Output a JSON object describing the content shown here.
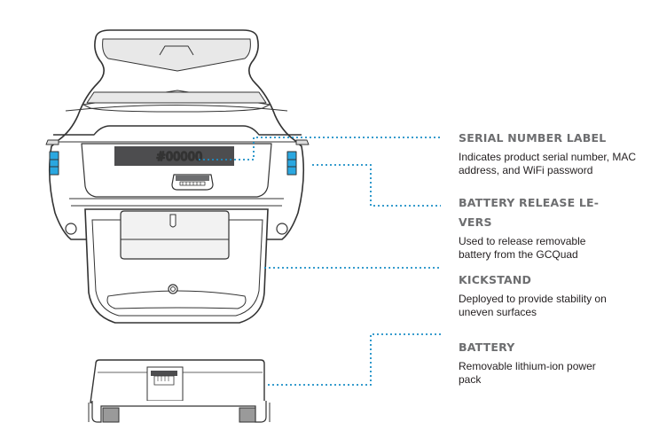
{
  "device_label": {
    "serial_text": "#00000"
  },
  "callouts": [
    {
      "id": "serial-number-label",
      "title": "SERIAL NUMBER LABEL",
      "description": "Indicates product serial number, MAC address, and WiFi password"
    },
    {
      "id": "battery-release-levers",
      "title": "BATTERY RELEASE LE-VERS",
      "description": "Used to release removable battery from the GCQuad"
    },
    {
      "id": "kickstand",
      "title": "KICKSTAND",
      "description": "Deployed to provide stability on uneven surfaces"
    },
    {
      "id": "battery",
      "title": "BATTERY",
      "description": "Removable lithium-ion power pack"
    }
  ],
  "colors": {
    "leader_line": "#1b8fc6",
    "lever_blue": "#2aa7e0",
    "title_gray": "#6d6e70",
    "label_dark": "#4d4d4f",
    "outline": "#333333"
  }
}
